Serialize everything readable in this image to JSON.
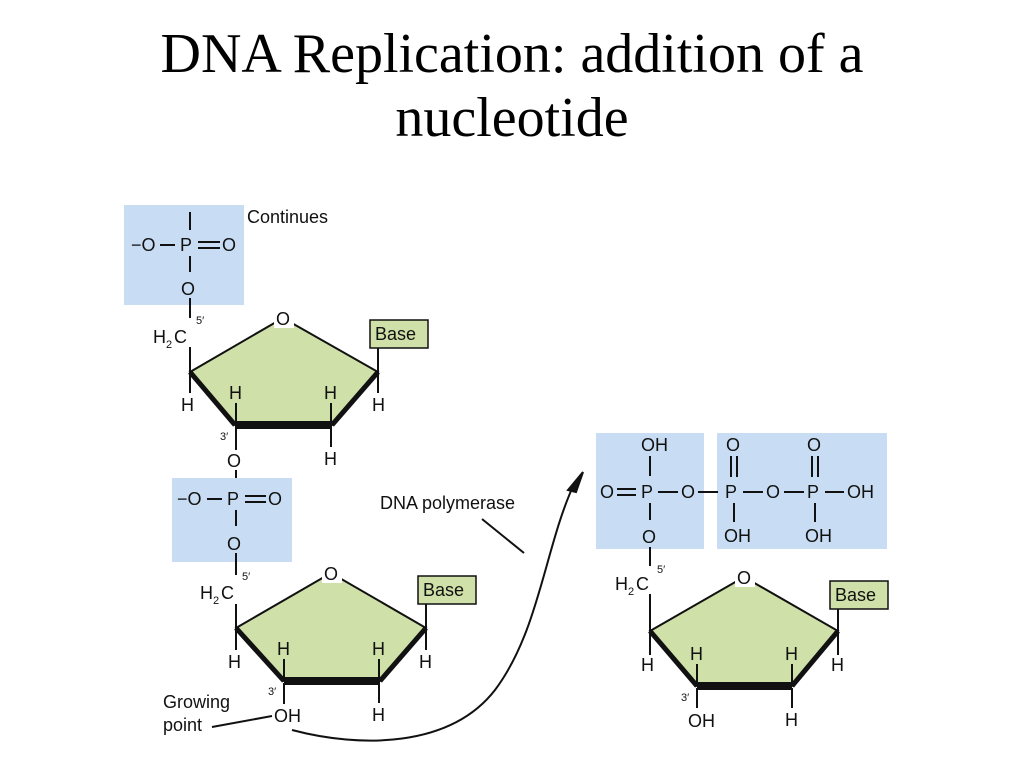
{
  "title": {
    "line1": "DNA Replication: addition of a",
    "line2": "nucleotide"
  },
  "labels": {
    "continues": "Continues",
    "dna_polymerase": "DNA polymerase",
    "growing_point_line1": "Growing",
    "growing_point_line2": "point",
    "base": "Base"
  },
  "atoms": {
    "O": "O",
    "P": "P",
    "H": "H",
    "OH": "OH",
    "neg_O": "−O",
    "C": "C",
    "sub2": "2",
    "five_prime": "5′",
    "three_prime": "3′"
  },
  "colors": {
    "phosphate_box": "#c8ddf3",
    "sugar_fill": "#cfe0a8",
    "base_box": "#cfe0a8",
    "ink": "#111111"
  }
}
